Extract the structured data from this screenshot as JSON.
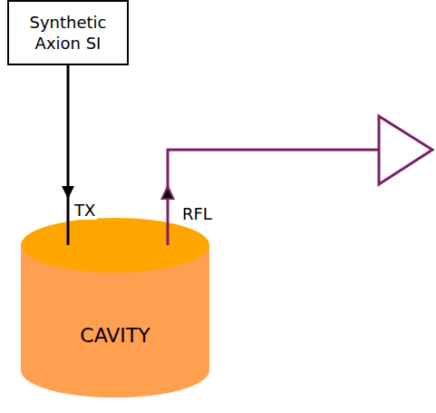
{
  "diagram": {
    "nodes": [
      {
        "text": [
          "Synthetic Axion SI"
        ]
      },
      {
        "text": [
          "CAVITY"
        ]
      }
    ],
    "edges": [
      {
        "from": 0,
        "to": 1,
        "arrow": "to",
        "label": "TX"
      }
    ],
    "labels": [
      "RFL"
    ]
  }
}
